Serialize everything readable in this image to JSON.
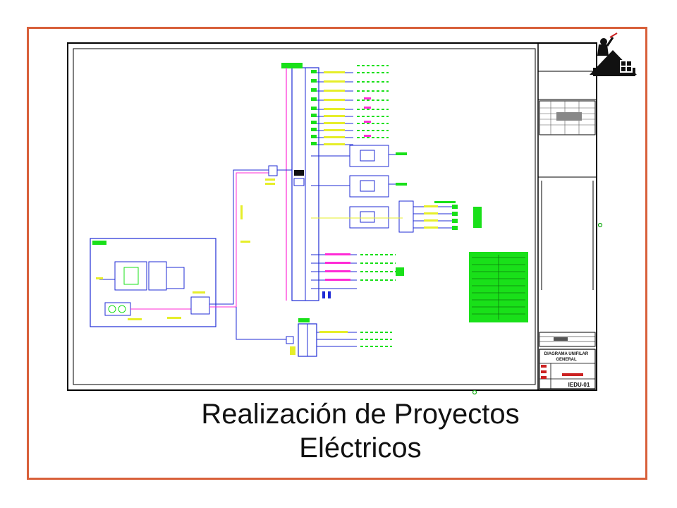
{
  "slide": {
    "title_line1": "Realización de Proyectos",
    "title_line2": "Eléctricos"
  },
  "drawing": {
    "title_block_title_line1": "DIAGRAMA UNIFILAR",
    "title_block_title_line2": "GENERAL",
    "drawing_number": "IEDU-01"
  },
  "colors": {
    "border": "#d8603a",
    "drawing_frame": "#000000",
    "wire_blue": "#1f2bd6",
    "wire_magenta": "#ff2bd6",
    "label_yellow": "#e6ee2a",
    "legend_green": "#19e019",
    "ground_green": "#11aa11",
    "text_black": "#111111"
  },
  "icons": [
    "electrician-on-roof-logo"
  ]
}
